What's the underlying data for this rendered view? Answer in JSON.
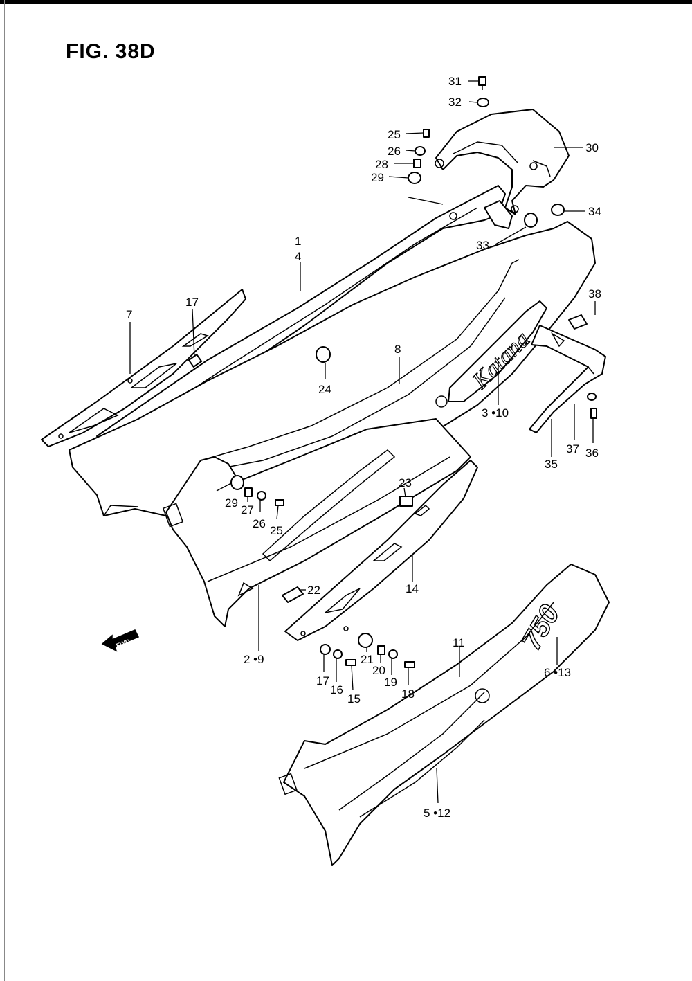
{
  "figure": {
    "title": "FIG. 38D",
    "fwd_label": "FWD",
    "logo_text_karana": "Katana",
    "logo_text_750": "750"
  },
  "labels": [
    {
      "id": "31",
      "text": "31"
    },
    {
      "id": "32",
      "text": "32"
    },
    {
      "id": "25a",
      "text": "25"
    },
    {
      "id": "26a",
      "text": "26"
    },
    {
      "id": "28",
      "text": "28"
    },
    {
      "id": "29a",
      "text": "29"
    },
    {
      "id": "30",
      "text": "30"
    },
    {
      "id": "34",
      "text": "34"
    },
    {
      "id": "33",
      "text": "33"
    },
    {
      "id": "1",
      "text": "1"
    },
    {
      "id": "4",
      "text": "4"
    },
    {
      "id": "7",
      "text": "7"
    },
    {
      "id": "17a",
      "text": "17"
    },
    {
      "id": "38",
      "text": "38"
    },
    {
      "id": "8",
      "text": "8"
    },
    {
      "id": "24",
      "text": "24"
    },
    {
      "id": "3-10",
      "text": "3 •10"
    },
    {
      "id": "37",
      "text": "37"
    },
    {
      "id": "36",
      "text": "36"
    },
    {
      "id": "35",
      "text": "35"
    },
    {
      "id": "23",
      "text": "23"
    },
    {
      "id": "29b",
      "text": "29"
    },
    {
      "id": "27",
      "text": "27"
    },
    {
      "id": "26b",
      "text": "26"
    },
    {
      "id": "25b",
      "text": "25"
    },
    {
      "id": "14",
      "text": "14"
    },
    {
      "id": "22",
      "text": "22"
    },
    {
      "id": "2-9",
      "text": "2 •9"
    },
    {
      "id": "11",
      "text": "11"
    },
    {
      "id": "6-13",
      "text": "6 •13"
    },
    {
      "id": "21",
      "text": "21"
    },
    {
      "id": "20",
      "text": "20"
    },
    {
      "id": "19",
      "text": "19"
    },
    {
      "id": "18",
      "text": "18"
    },
    {
      "id": "17b",
      "text": "17"
    },
    {
      "id": "16",
      "text": "16"
    },
    {
      "id": "15",
      "text": "15"
    },
    {
      "id": "5-12",
      "text": "5 •12"
    }
  ]
}
